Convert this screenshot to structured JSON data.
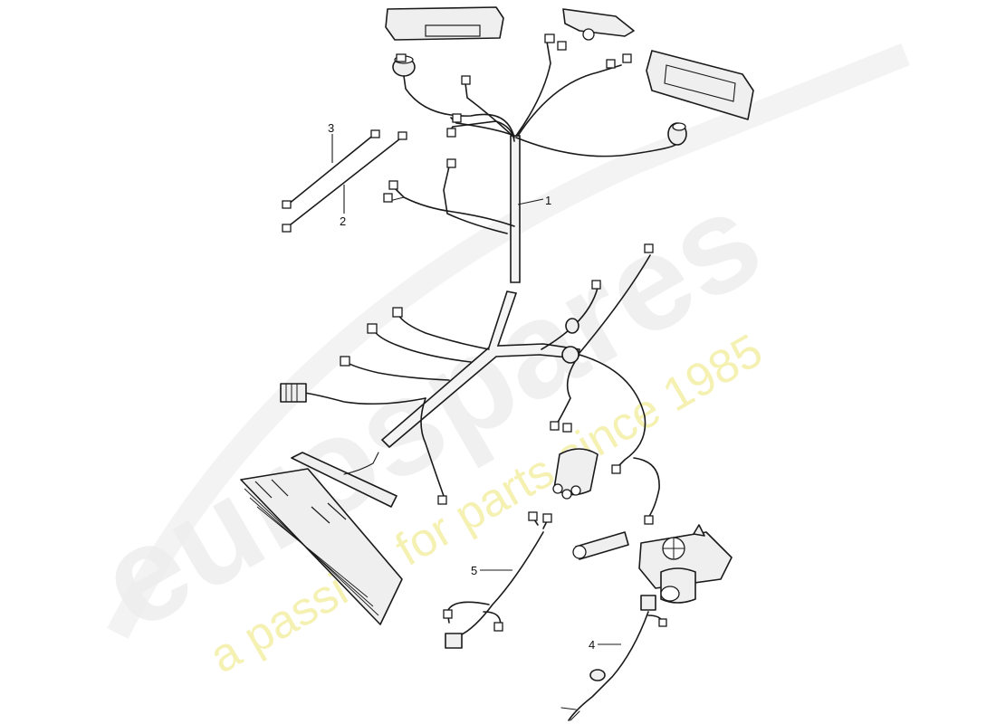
{
  "watermark": {
    "logo_text": "eurospares",
    "tagline": "a passion for parts since 1985"
  },
  "callouts": {
    "c1": "1",
    "c2": "2",
    "c3": "3",
    "c4": "4",
    "c5": "5"
  }
}
